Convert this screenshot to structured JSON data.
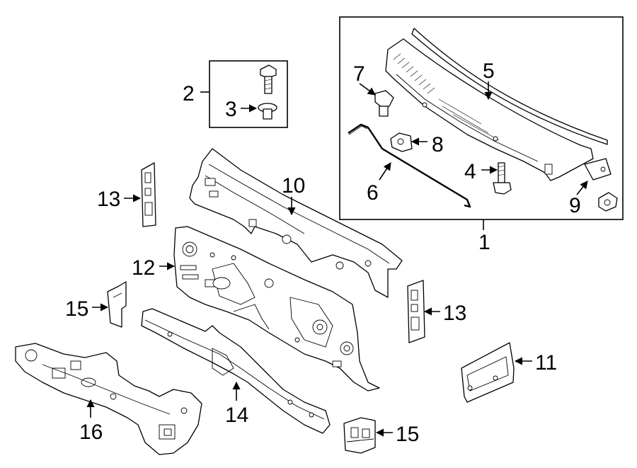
{
  "callouts": {
    "c1": "1",
    "c2": "2",
    "c3": "3",
    "c4": "4",
    "c5": "5",
    "c6": "6",
    "c7": "7",
    "c8": "8",
    "c9": "9",
    "c10": "10",
    "c11": "11",
    "c12": "12",
    "c13a": "13",
    "c13b": "13",
    "c14": "14",
    "c15a": "15",
    "c15b": "15",
    "c16": "16"
  },
  "colors": {
    "line": "#000000",
    "background": "#ffffff"
  }
}
